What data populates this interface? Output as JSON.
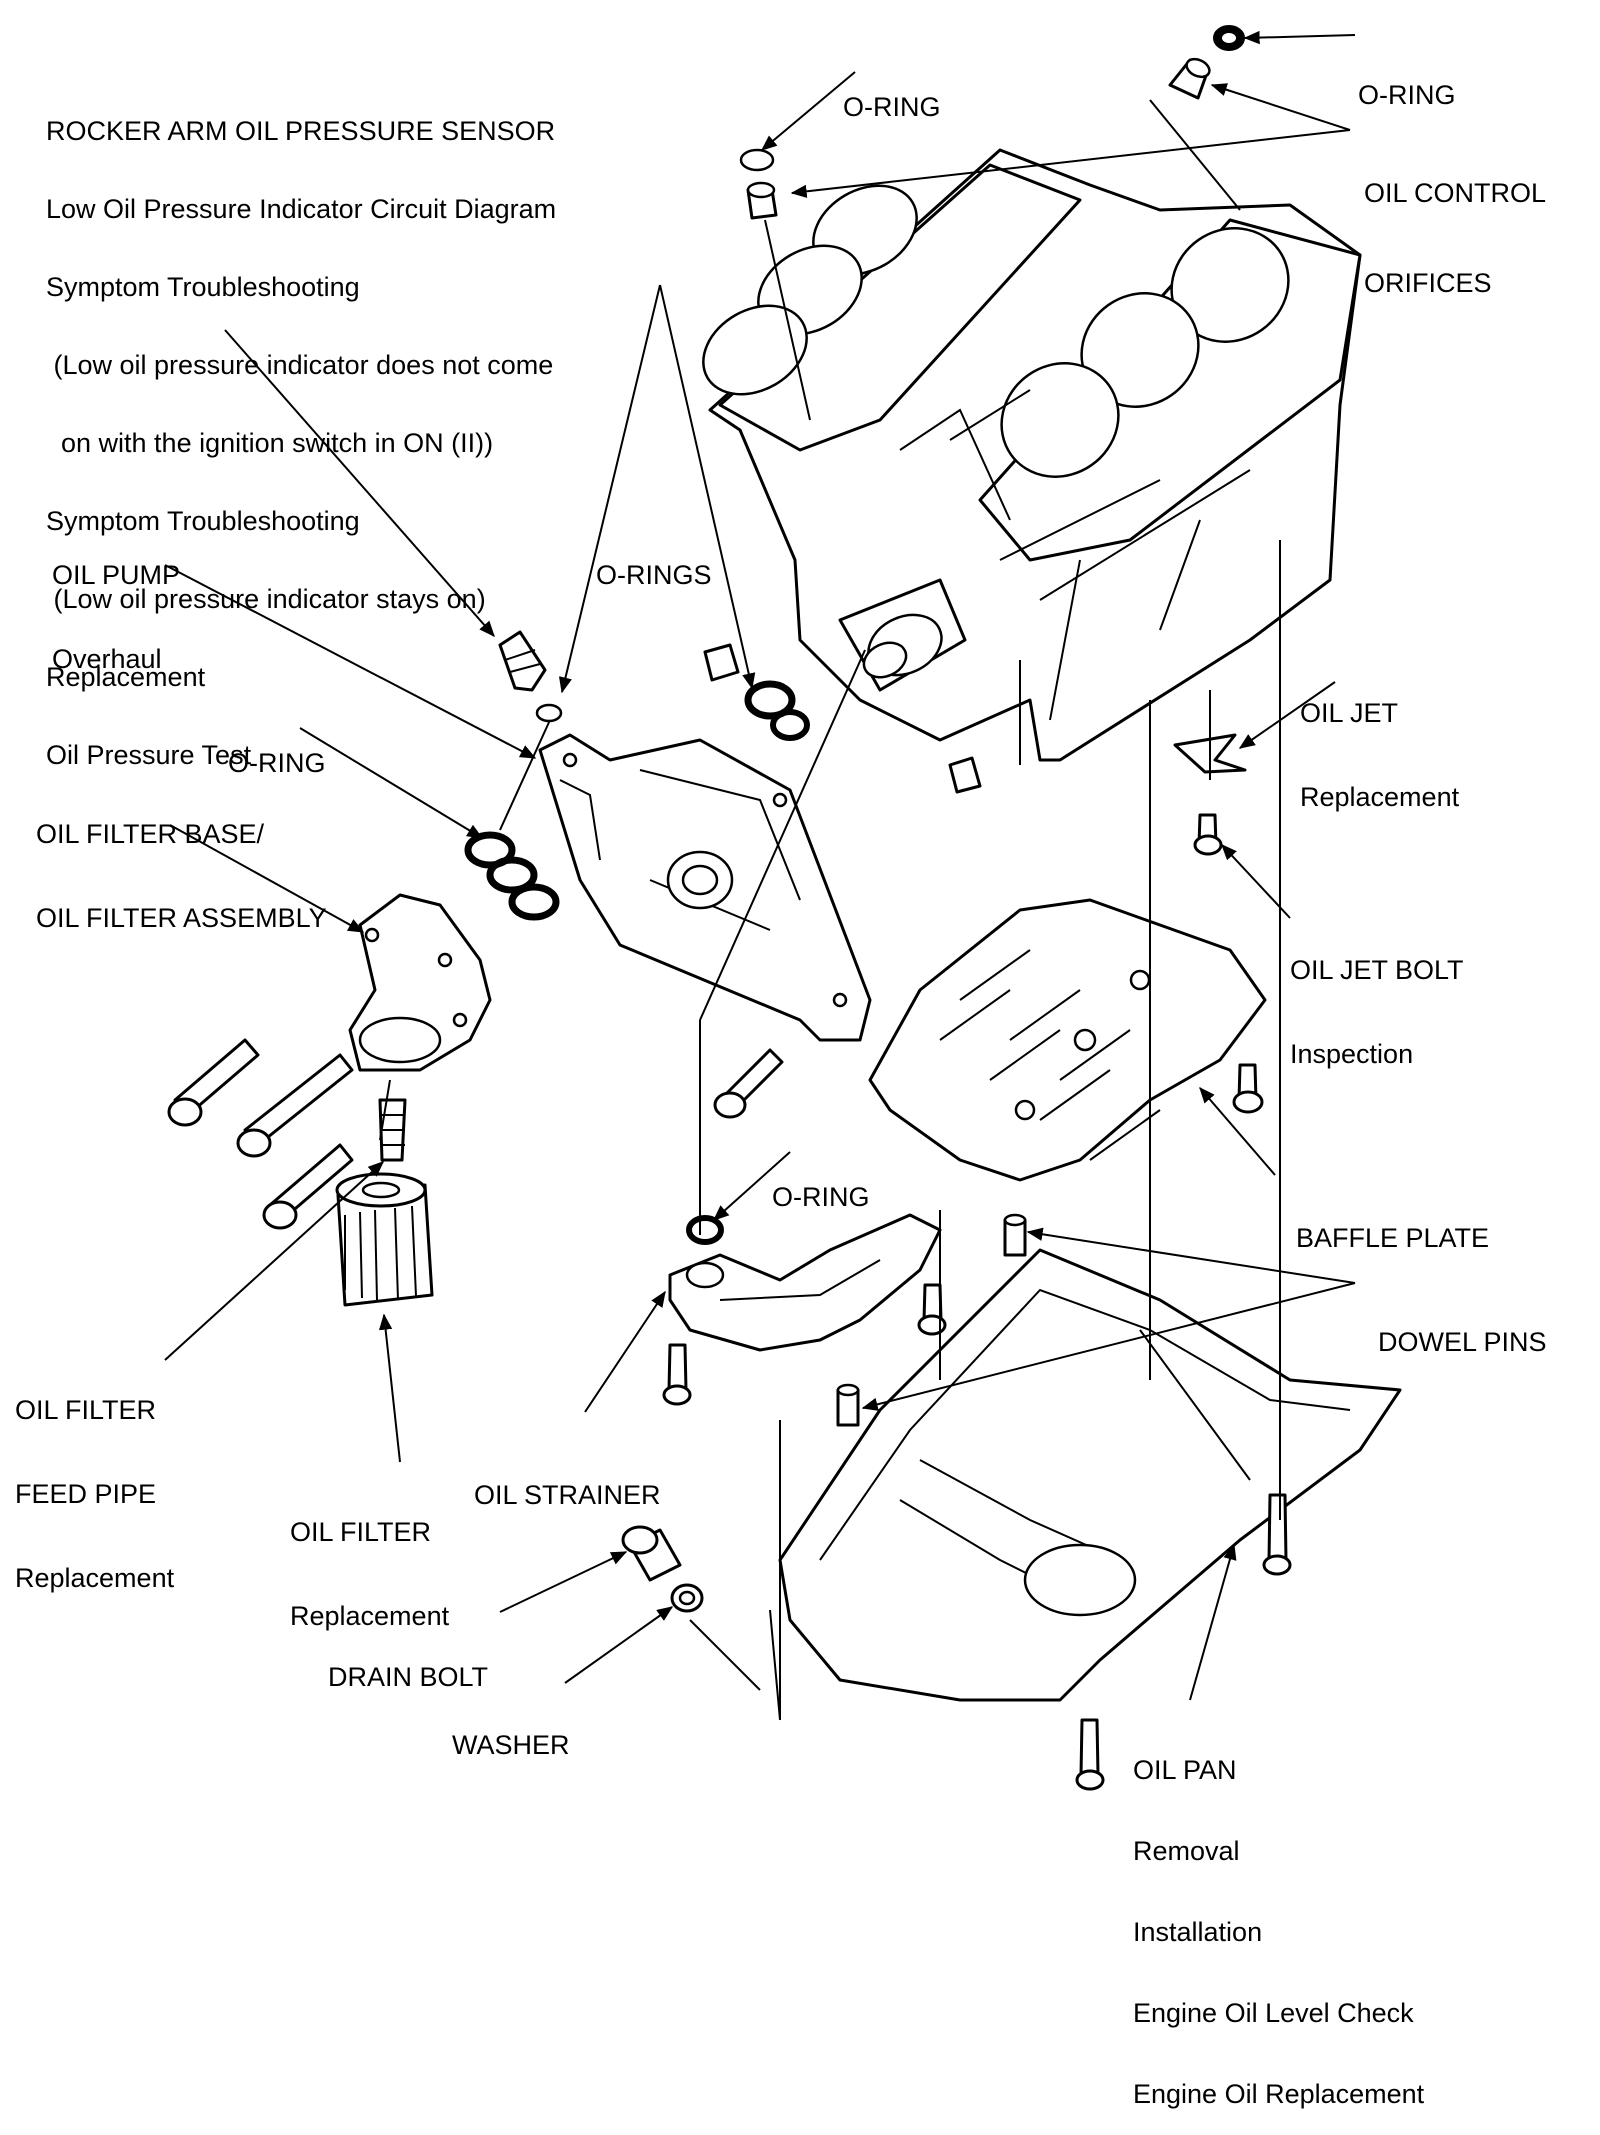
{
  "callouts": {
    "oring_top_right": "O-RING",
    "oring_top_center": "O-RING",
    "oil_control_orifices": [
      "OIL CONTROL",
      "ORIFICES"
    ],
    "rocker_arm_sensor": [
      "ROCKER ARM OIL PRESSURE SENSOR",
      "Low Oil Pressure Indicator Circuit Diagram",
      "Symptom Troubleshooting",
      " (Low oil pressure indicator does not come",
      "  on with the ignition switch in ON (II))",
      "Symptom Troubleshooting",
      " (Low oil pressure indicator stays on)",
      "Replacement",
      "Oil Pressure Test"
    ],
    "oil_pump": [
      "OIL PUMP",
      "Overhaul"
    ],
    "o_rings": "O-RINGS",
    "oring_left": "O-RING",
    "oil_filter_base": [
      "OIL FILTER BASE/",
      "OIL FILTER ASSEMBLY"
    ],
    "oil_jet": [
      "OIL JET",
      "Replacement"
    ],
    "oil_jet_bolt": [
      "OIL JET BOLT",
      "Inspection"
    ],
    "baffle_plate": "BAFFLE PLATE",
    "oring_strainer": "O-RING",
    "dowel_pins": "DOWEL PINS",
    "oil_filter_feed_pipe": [
      "OIL FILTER",
      "FEED PIPE",
      "Replacement"
    ],
    "oil_filter": [
      "OIL FILTER",
      "Replacement"
    ],
    "oil_strainer": "OIL STRAINER",
    "drain_bolt": "DRAIN BOLT",
    "washer": "WASHER",
    "oil_pan": [
      "OIL PAN",
      "Removal",
      "Installation",
      "Engine Oil Level Check",
      "Engine Oil Replacement"
    ]
  }
}
